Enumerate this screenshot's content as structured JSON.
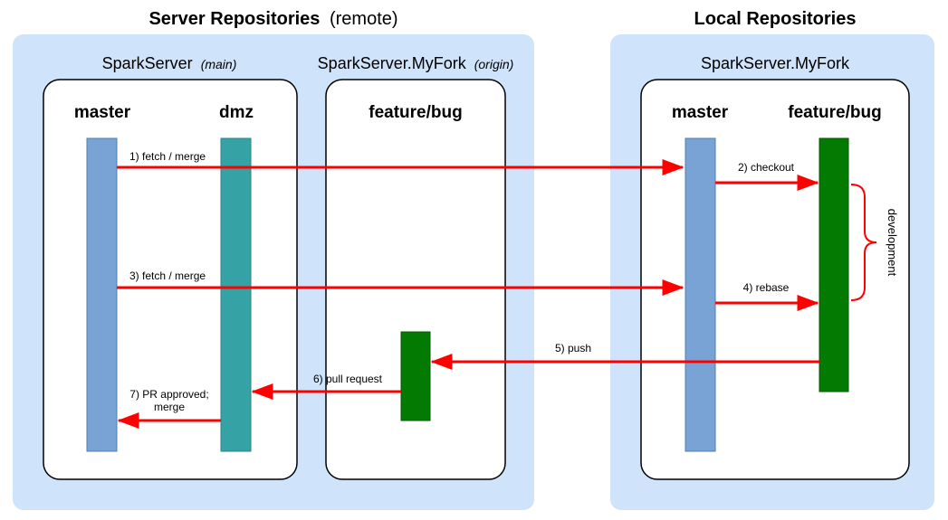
{
  "colors": {
    "panel": "#cfe3fa",
    "master": "#7aa3d5",
    "dmz": "#35a3a6",
    "feature": "#037b02",
    "arrow": "#ff0000"
  },
  "headings": {
    "server_bold": "Server Repositories",
    "server_suffix": "(remote)",
    "local": "Local Repositories"
  },
  "repos": {
    "sparkserver": {
      "name": "SparkServer",
      "tag": "(main)"
    },
    "myfork_remote": {
      "name": "SparkServer.MyFork",
      "tag": "(origin)"
    },
    "myfork_local": {
      "name": "SparkServer.MyFork"
    }
  },
  "branches": {
    "server_master": "master",
    "server_dmz": "dmz",
    "origin_feature": "feature/bug",
    "local_master": "master",
    "local_feature": "feature/bug"
  },
  "steps": {
    "s1": "1) fetch / merge",
    "s2": "2) checkout",
    "s3": "3) fetch / merge",
    "s4": "4) rebase",
    "s5": "5) push",
    "s6": "6) pull request",
    "s7_line1": "7) PR approved;",
    "s7_line2": "merge"
  },
  "annotations": {
    "development": "development"
  }
}
